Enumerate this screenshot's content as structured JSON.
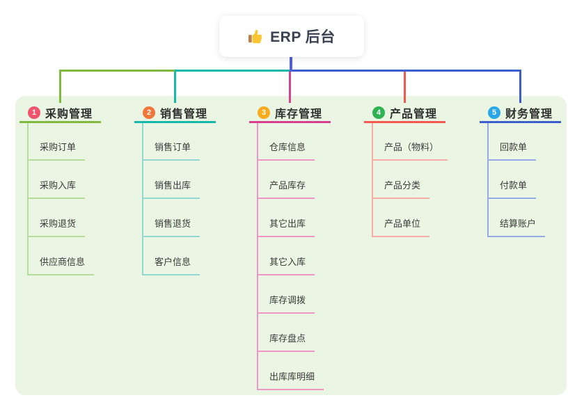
{
  "root": {
    "label": "ERP 后台",
    "icon": "thumbs-up-icon"
  },
  "branches": [
    {
      "num": "1",
      "label": "采购管理",
      "badge_color": "#f2536d",
      "line_color": "#7fba3f",
      "child_line_color": "#b7db9b",
      "children": [
        "采购订单",
        "采购入库",
        "采购退货",
        "供应商信息"
      ]
    },
    {
      "num": "2",
      "label": "销售管理",
      "badge_color": "#f0763a",
      "line_color": "#16b8ac",
      "child_line_color": "#93d8d0",
      "children": [
        "销售订单",
        "销售出库",
        "销售退货",
        "客户信息"
      ]
    },
    {
      "num": "3",
      "label": "库存管理",
      "badge_color": "#f8ac1d",
      "line_color": "#d6408f",
      "child_line_color": "#f095c5",
      "children": [
        "仓库信息",
        "产品库存",
        "其它出库",
        "其它入库",
        "库存调拨",
        "库存盘点",
        "出库库明细"
      ]
    },
    {
      "num": "4",
      "label": "产品管理",
      "badge_color": "#2eb254",
      "line_color": "#f25a4f",
      "child_line_color": "#f8aba4",
      "children": [
        "产品（物料）",
        "产品分类",
        "产品单位"
      ]
    },
    {
      "num": "5",
      "label": "财务管理",
      "badge_color": "#2ba7e8",
      "line_color": "#3e5ed0",
      "child_line_color": "#97a9e6",
      "children": [
        "回款单",
        "付款单",
        "结算账户"
      ]
    }
  ],
  "colors": {
    "canvas_bg": "#ffffff",
    "panel_bg": "#eaf6e3",
    "root_connector": "#5160d5",
    "text": "#2f2f2f"
  }
}
